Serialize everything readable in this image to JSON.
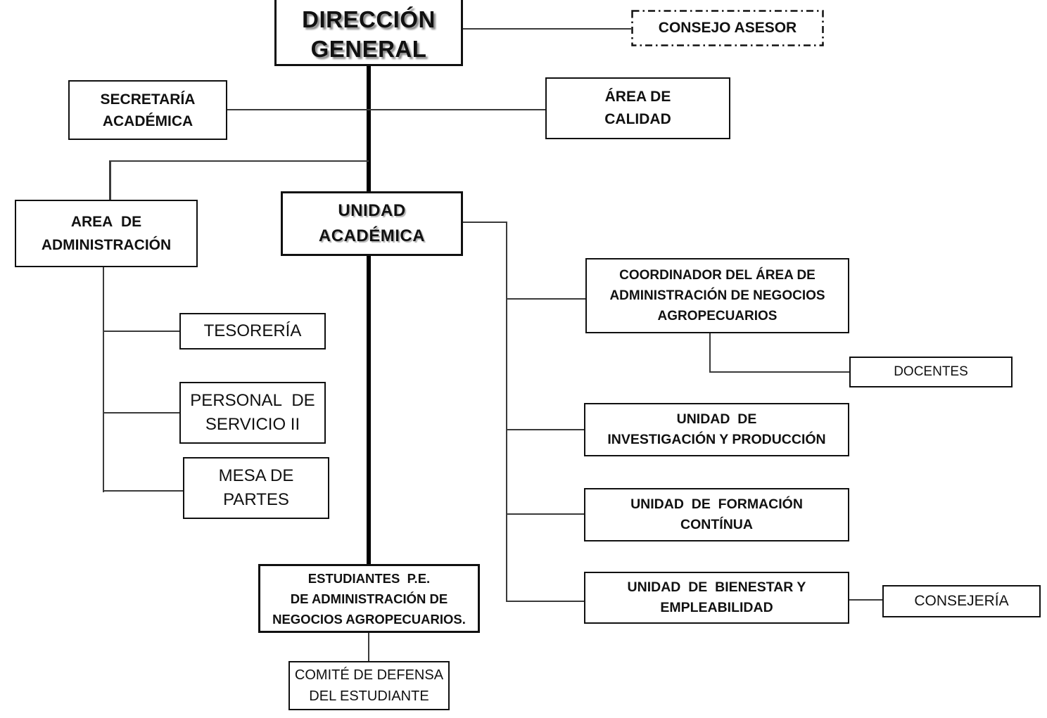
{
  "diagram": {
    "kind": "organizational-chart",
    "colors": {
      "background": "#ffffff",
      "box_border": "#101010",
      "connector": "#3a3a3a",
      "trunk": "#000000",
      "text": "#111111",
      "title_shadow": "#8f8f8f"
    },
    "nodes": {
      "direccion_general": "DIRECCIÓN\nGENERAL",
      "consejo_asesor": "CONSEJO ASESOR",
      "secretaria_academica": "SECRETARÍA\nACADÉMICA",
      "area_de_calidad": "ÁREA DE\nCALIDAD",
      "area_de_administracion": "AREA  DE\nADMINISTRACIÓN",
      "unidad_academica": "UNIDAD\nACADÉMICA",
      "coordinador": "COORDINADOR DEL ÁREA DE\nADMINISTRACIÓN DE NEGOCIOS\nAGROPECUARIOS",
      "docentes": "DOCENTES",
      "tesoreria": "TESORERÍA",
      "personal_servicio": "PERSONAL  DE\nSERVICIO II",
      "mesa_partes": "MESA DE\nPARTES",
      "unidad_investigacion": "UNIDAD  DE\nINVESTIGACIÓN Y PRODUCCIÓN",
      "unidad_formacion": "UNIDAD  DE  FORMACIÓN\nCONTÍNUA",
      "unidad_bienestar": "UNIDAD  DE  BIENESTAR Y\nEMPLEABILIDAD",
      "consejeria": "CONSEJERÍA",
      "estudiantes": "ESTUDIANTES  P.E.\nDE ADMINISTRACIÓN DE\nNEGOCIOS AGROPECUARIOS.",
      "comite": "COMITÉ DE DEFENSA\nDEL ESTUDIANTE"
    },
    "edges": [
      {
        "from": "direccion_general",
        "to": "consejo_asesor",
        "style": "solid"
      },
      {
        "from": "direccion_general",
        "to": "secretaria_academica",
        "style": "solid"
      },
      {
        "from": "direccion_general",
        "to": "area_de_calidad",
        "style": "solid"
      },
      {
        "from": "direccion_general",
        "to": "area_de_administracion",
        "style": "solid"
      },
      {
        "from": "direccion_general",
        "to": "unidad_academica",
        "style": "trunk"
      },
      {
        "from": "area_de_administracion",
        "to": "tesoreria",
        "style": "solid"
      },
      {
        "from": "area_de_administracion",
        "to": "personal_servicio",
        "style": "solid"
      },
      {
        "from": "area_de_administracion",
        "to": "mesa_partes",
        "style": "solid"
      },
      {
        "from": "unidad_academica",
        "to": "coordinador",
        "style": "solid"
      },
      {
        "from": "coordinador",
        "to": "docentes",
        "style": "solid"
      },
      {
        "from": "unidad_academica",
        "to": "unidad_investigacion",
        "style": "solid"
      },
      {
        "from": "unidad_academica",
        "to": "unidad_formacion",
        "style": "solid"
      },
      {
        "from": "unidad_academica",
        "to": "unidad_bienestar",
        "style": "solid"
      },
      {
        "from": "unidad_bienestar",
        "to": "consejeria",
        "style": "solid"
      },
      {
        "from": "unidad_academica",
        "to": "estudiantes",
        "style": "trunk"
      },
      {
        "from": "estudiantes",
        "to": "comite",
        "style": "solid"
      }
    ]
  }
}
